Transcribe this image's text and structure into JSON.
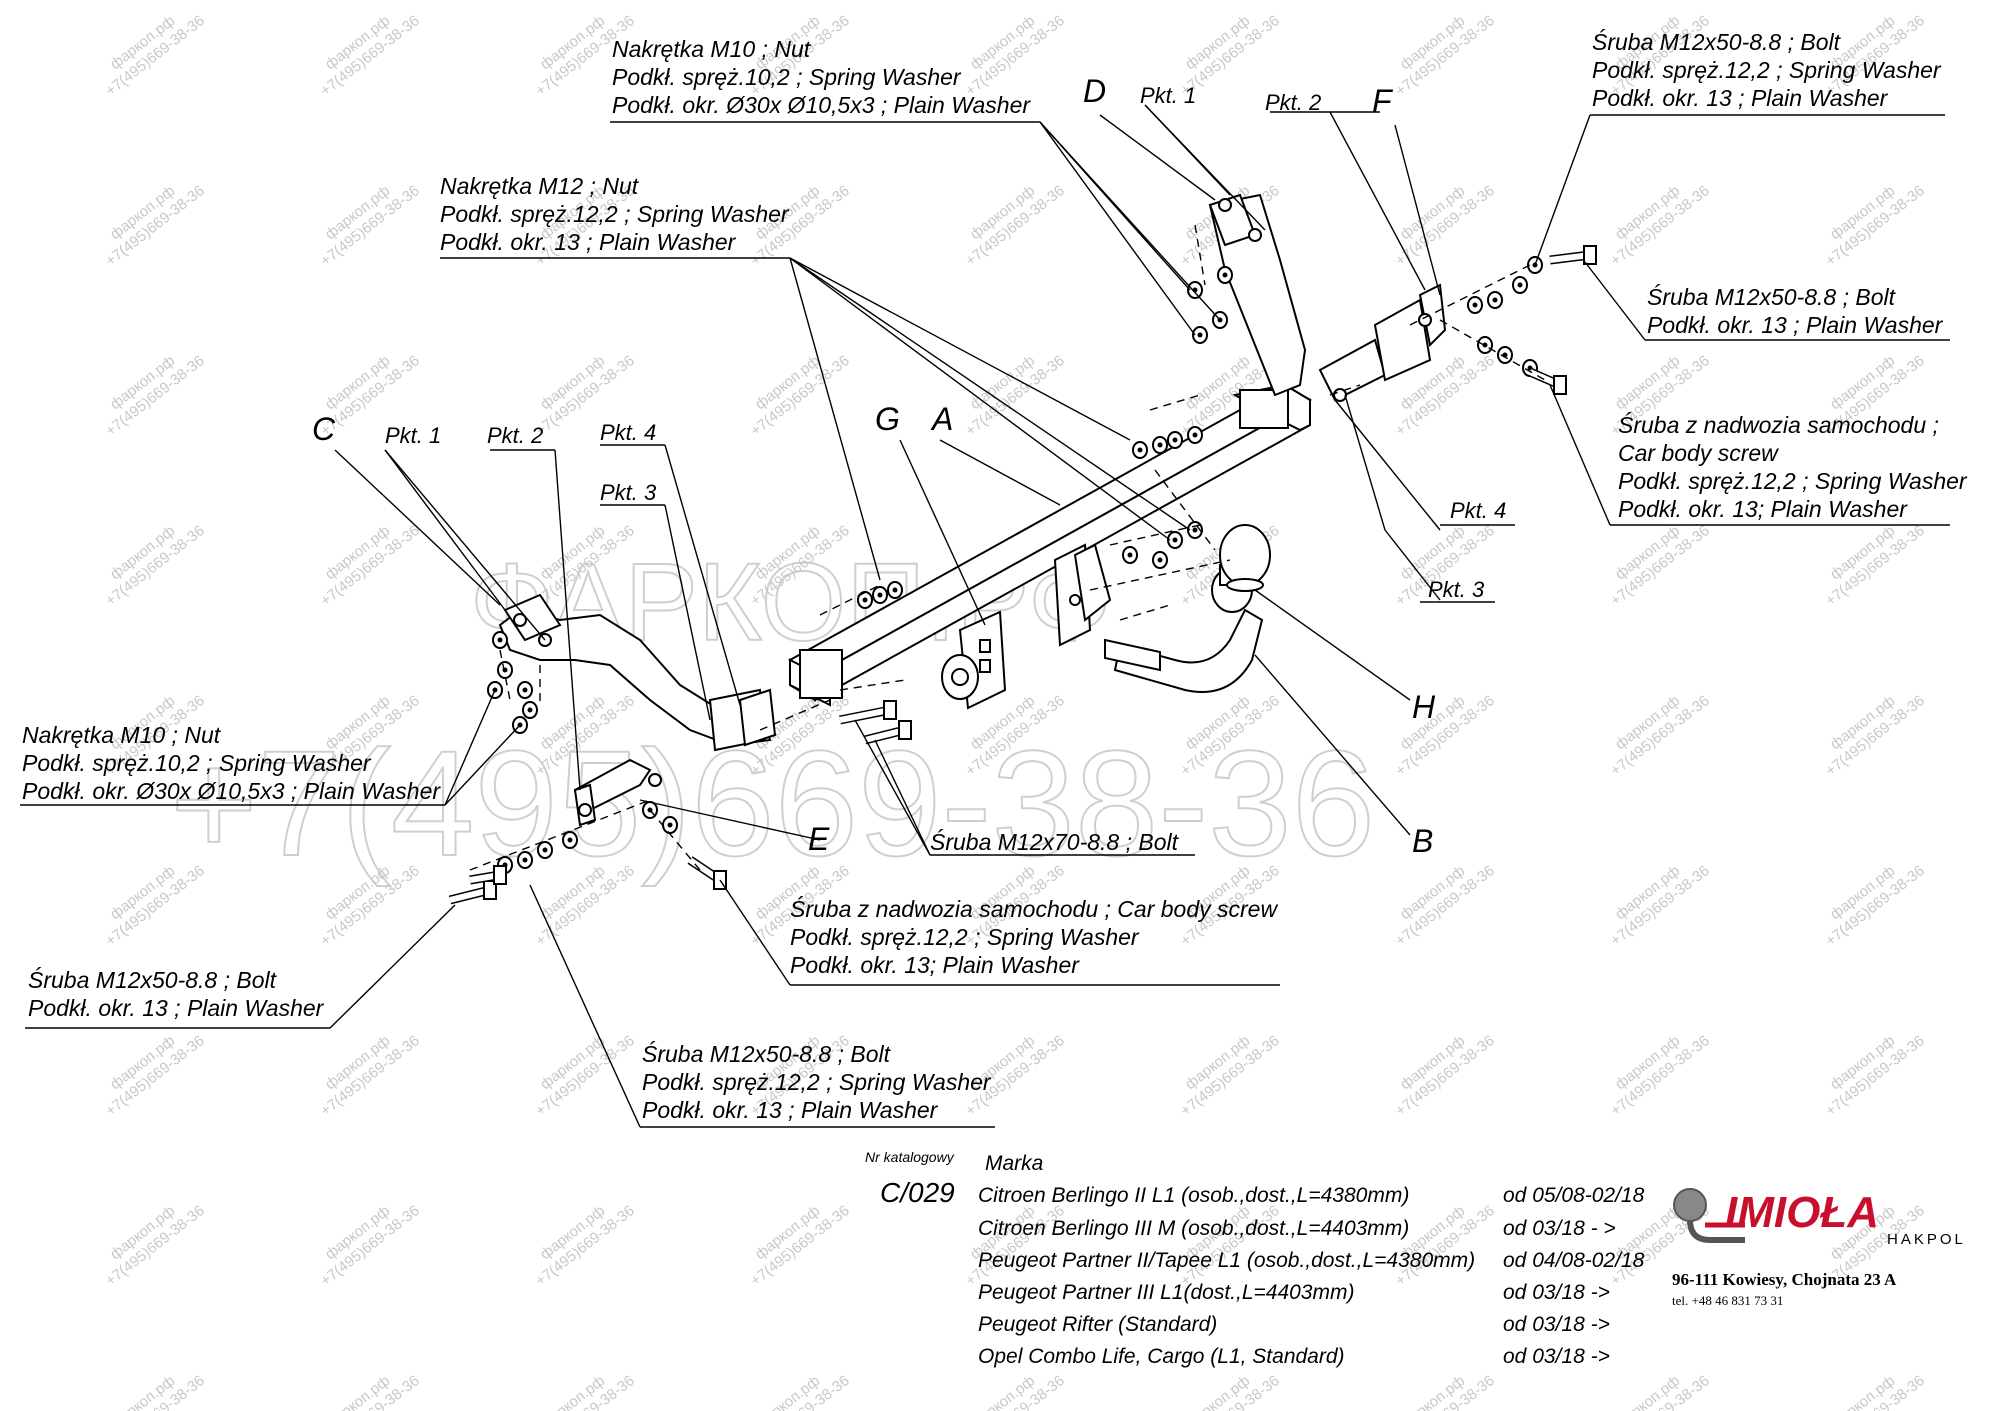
{
  "watermark": {
    "big_text": "+7(495)669-38-36",
    "big_brand": "ФАРКОП.РФ",
    "small_site": "фаркоп.рф",
    "small_phone": "+7(495)669-38-36"
  },
  "callouts": {
    "top_center_nut": [
      "Nakrętka  M10 ; Nut",
      "Podkł. spręż.10,2 ; Spring Washer",
      "Podkł. okr. Ø30x Ø10,5x3 ; Plain Washer"
    ],
    "mid_nut": [
      "Nakrętka  M12 ; Nut",
      "Podkł. spręż.12,2 ; Spring Washer",
      "Podkł. okr. 13 ; Plain Washer"
    ],
    "top_right_bolt": [
      "Śruba M12x50-8.8 ;  Bolt",
      "Podkł. spręż.12,2 ; Spring Washer",
      "Podkł. okr. 13 ; Plain Washer"
    ],
    "right_bolt": [
      "Śruba M12x50-8.8 ;  Bolt",
      "Podkł. okr. 13 ; Plain Washer"
    ],
    "right_body_screw": [
      "Śruba z nadwozia samochodu ;",
      "Car body screw",
      "Podkł. spręż.12,2 ; Spring Washer",
      "Podkł. okr. 13; Plain Washer"
    ],
    "left_nut": [
      "Nakrętka  M10 ; Nut",
      "Podkł. spręż.10,2 ; Spring Washer",
      "Podkł. okr. Ø30x Ø10,5x3 ; Plain Washer"
    ],
    "bolt_m12x70": [
      "Śruba M12x70-8.8 ;  Bolt"
    ],
    "bottom_body_screw": [
      "Śruba z nadwozia samochodu ; Car body screw",
      "Podkł. spręż.12,2 ; Spring Washer",
      "Podkł. okr. 13; Plain Washer"
    ],
    "left_bolt": [
      "Śruba M12x50-8.8 ;  Bolt",
      "Podkł. okr. 13 ; Plain Washer"
    ],
    "bottom_bolt": [
      "Śruba M12x50-8.8 ;  Bolt",
      "Podkł. spręż.12,2 ; Spring Washer",
      "Podkł. okr. 13 ; Plain Washer"
    ]
  },
  "letters": {
    "A": "A",
    "B": "B",
    "C": "C",
    "D": "D",
    "E": "E",
    "F": "F",
    "G": "G",
    "H": "H"
  },
  "pkt_labels": {
    "top_pkt1": "Pkt. 1",
    "top_pkt2": "Pkt. 2",
    "left_pkt1": "Pkt. 1",
    "left_pkt2": "Pkt. 2",
    "left_pkt3": "Pkt. 3",
    "left_pkt4": "Pkt. 4",
    "right_pkt3": "Pkt. 3",
    "right_pkt4": "Pkt. 4"
  },
  "table": {
    "catalog_label": "Nr katalogowy",
    "catalog_number": "C/029",
    "marka_label": "Marka",
    "rows": [
      {
        "model": "Citroen Berlingo II L1 (osob.,dost.,L=4380mm)",
        "date": "od  05/08-02/18"
      },
      {
        "model": "Citroen Berlingo III M (osob.,dost.,L=4403mm)",
        "date": "od  03/18 - >"
      },
      {
        "model": "Peugeot Partner II/Tapee L1 (osob.,dost.,L=4380mm)",
        "date": "od 04/08-02/18"
      },
      {
        "model": "Peugeot Partner III L1(dost.,L=4403mm)",
        "date": "od 03/18 ->"
      },
      {
        "model": "Peugeot Rifter (Standard)",
        "date": "od 03/18 ->"
      },
      {
        "model": "Opel Combo Life, Cargo (L1, Standard)",
        "date": "od 03/18 ->"
      }
    ]
  },
  "company": {
    "logo": "IMIOŁA",
    "logo_sub": "HAKPOL",
    "address": "96-111 Kowiesy, Chojnata 23 A",
    "phone": "tel. +48 46 831 73 31",
    "brand_color": "#c8102e"
  }
}
